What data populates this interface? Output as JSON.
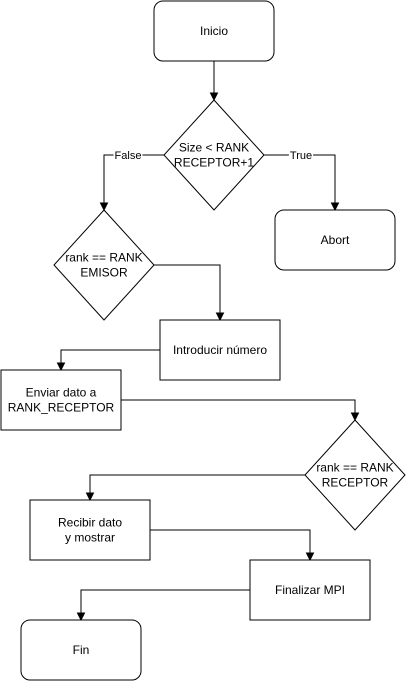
{
  "diagram": {
    "nodes": {
      "inicio": {
        "shape": "rounded-rect",
        "lines": [
          "Inicio"
        ]
      },
      "cond_size": {
        "shape": "diamond",
        "lines": [
          "Size < RANK",
          "RECEPTOR+1"
        ]
      },
      "abort": {
        "shape": "rounded-rect",
        "lines": [
          "Abort"
        ]
      },
      "cond_emisor": {
        "shape": "diamond",
        "lines": [
          "rank == RANK",
          "EMISOR"
        ]
      },
      "introducir": {
        "shape": "rect",
        "lines": [
          "Introducir número"
        ]
      },
      "enviar": {
        "shape": "rect",
        "lines": [
          "Enviar dato a",
          "RANK_RECEPTOR"
        ]
      },
      "cond_receptor": {
        "shape": "diamond",
        "lines": [
          "rank == RANK",
          "RECEPTOR"
        ]
      },
      "recibir": {
        "shape": "rect",
        "lines": [
          "Recibir dato",
          "y mostrar"
        ]
      },
      "finalizar": {
        "shape": "rect",
        "lines": [
          "Finalizar MPI"
        ]
      },
      "fin": {
        "shape": "rounded-rect",
        "lines": [
          "Fin"
        ]
      }
    },
    "edges": [
      {
        "id": "inicio-to-cond-size",
        "from": "inicio",
        "to": "cond_size",
        "label": ""
      },
      {
        "id": "cond-size-false",
        "from": "cond_size",
        "to": "cond_emisor",
        "label": "False"
      },
      {
        "id": "cond-size-true",
        "from": "cond_size",
        "to": "abort",
        "label": "True"
      },
      {
        "id": "cond-emisor-to-introducir",
        "from": "cond_emisor",
        "to": "introducir",
        "label": ""
      },
      {
        "id": "introducir-to-enviar",
        "from": "introducir",
        "to": "enviar",
        "label": ""
      },
      {
        "id": "enviar-to-cond-receptor",
        "from": "enviar",
        "to": "cond_receptor",
        "label": ""
      },
      {
        "id": "cond-receptor-to-recibir",
        "from": "cond_receptor",
        "to": "recibir",
        "label": ""
      },
      {
        "id": "recibir-to-finalizar",
        "from": "recibir",
        "to": "finalizar",
        "label": ""
      },
      {
        "id": "finalizar-to-fin",
        "from": "finalizar",
        "to": "fin",
        "label": ""
      }
    ]
  },
  "colors": {
    "stroke": "#000000",
    "fill": "#ffffff",
    "text": "#000000"
  }
}
